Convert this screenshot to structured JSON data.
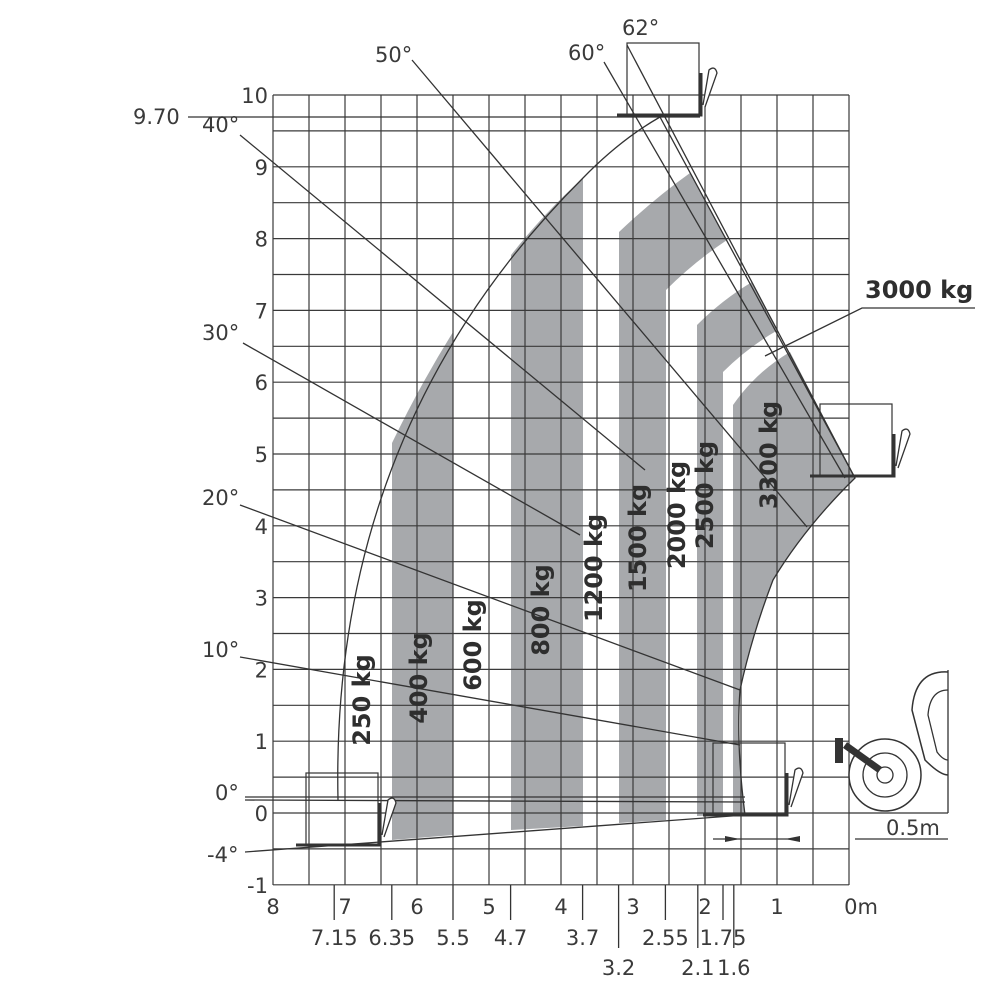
{
  "title_value_label": "9.70",
  "y_ticks": [
    "10",
    "9",
    "8",
    "7",
    "6",
    "5",
    "4",
    "3",
    "2",
    "1",
    "0",
    "-1"
  ],
  "x_ticks": [
    "8",
    "7",
    "6",
    "5",
    "4",
    "3",
    "2",
    "1",
    "0m"
  ],
  "sub_ticks_row1": [
    "7.15",
    "6.35",
    "5.5",
    "4.7",
    "3.7",
    "2.55",
    "1.75"
  ],
  "sub_ticks_row2": [
    "3.2",
    "2.1",
    "1.6"
  ],
  "sub_tick_values": [
    7.15,
    6.35,
    5.5,
    4.7,
    3.7,
    3.2,
    2.55,
    2.1,
    1.75,
    1.6
  ],
  "angles": [
    "62°",
    "60°",
    "50°",
    "40°",
    "30°",
    "20°",
    "10°",
    "0°",
    "-4°"
  ],
  "loads": [
    "250 kg",
    "400 kg",
    "600 kg",
    "800 kg",
    "1200 kg",
    "1500 kg",
    "2000 kg",
    "2500 kg",
    "3300 kg",
    "3000 kg"
  ],
  "dimension_label": "0.5m",
  "colors": {
    "band": "#a7a9ac",
    "line": "#333333"
  }
}
